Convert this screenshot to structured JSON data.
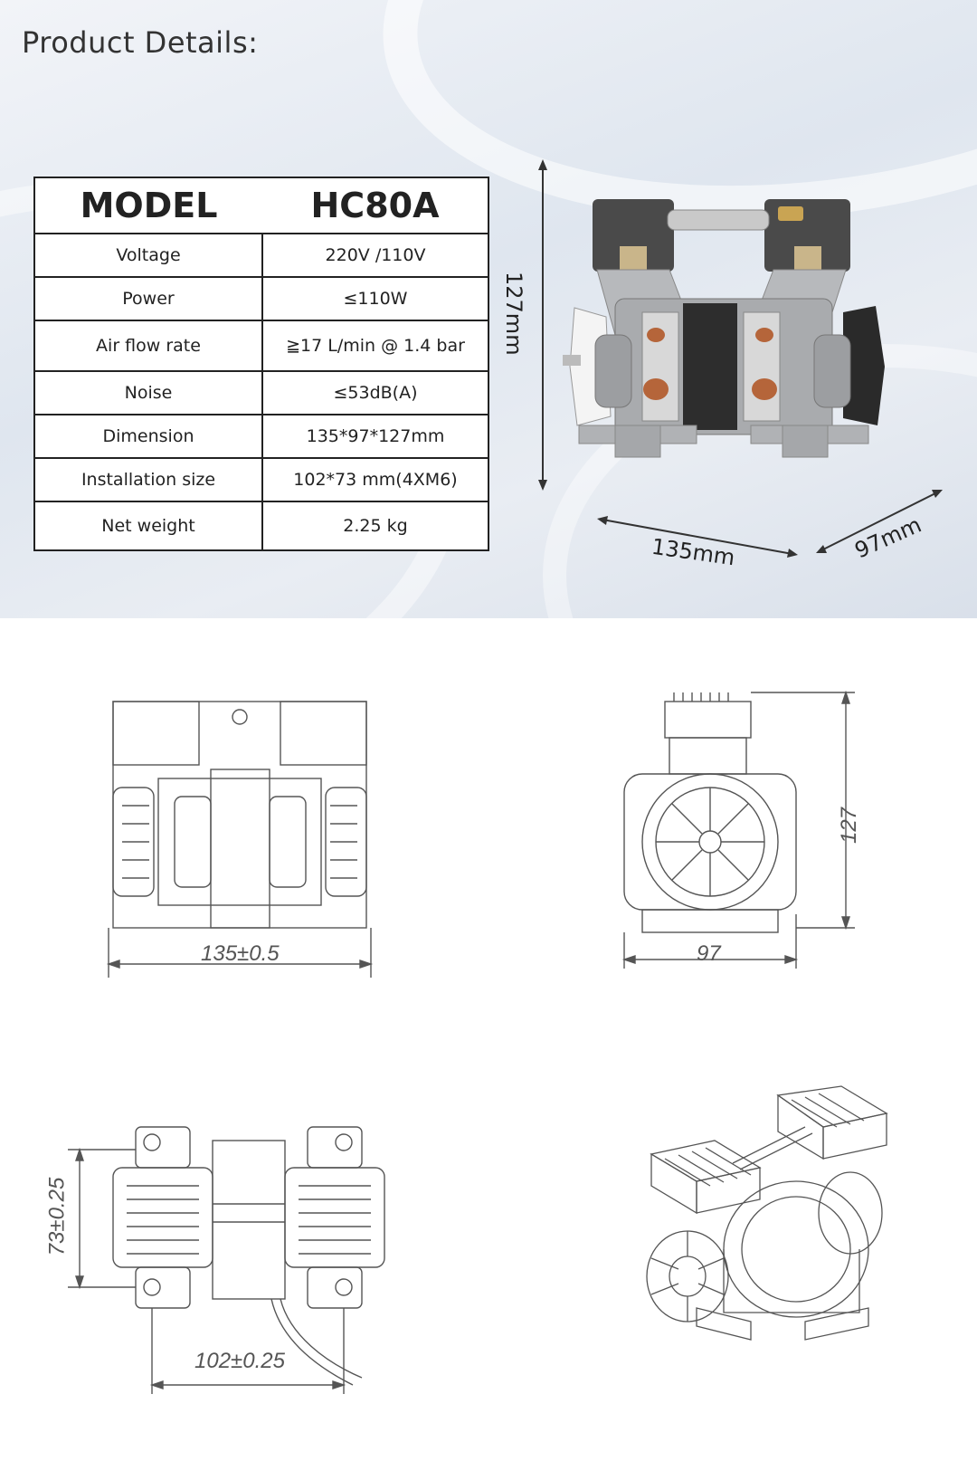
{
  "header": {
    "title": "Product Details:"
  },
  "specs": {
    "model_label": "MODEL",
    "model_value": "HC80A",
    "rows": [
      {
        "label": "Voltage",
        "value": "220V /110V"
      },
      {
        "label": "Power",
        "value": "≤110W"
      },
      {
        "label": "Air flow rate",
        "value": "≧17 L/min @ 1.4 bar"
      },
      {
        "label": "Noise",
        "value": "≤53dB(A)"
      },
      {
        "label": "Dimension",
        "value": "135*97*127mm"
      },
      {
        "label": "Installation size",
        "value": "102*73 mm(4XM6)"
      },
      {
        "label": "Net weight",
        "value": "2.25 kg"
      }
    ]
  },
  "photo_dims": {
    "height": "127mm",
    "length": "135mm",
    "width": "97mm"
  },
  "drawings": {
    "front_width": "135±0.5",
    "side_width": "97",
    "side_height": "127",
    "top_width": "102±0.25",
    "top_depth": "73±0.25"
  },
  "colors": {
    "line": "#555555",
    "text": "#222222"
  }
}
